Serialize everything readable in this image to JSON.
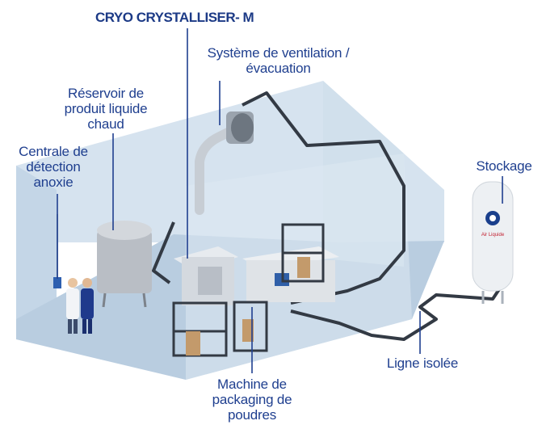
{
  "title": "CRYO CRYSTALLISER- M",
  "labels": {
    "ventilation": [
      "Système de ventilation /",
      "évacuation"
    ],
    "reservoir": [
      "Réservoir de",
      "produit liquide",
      "chaud"
    ],
    "detection": [
      "Centrale de",
      "détection",
      "anoxie"
    ],
    "stockage": "Stockage",
    "ligne": "Ligne isolée",
    "machine": [
      "Machine de",
      "packaging de",
      "poudres"
    ]
  },
  "tank_brand": "Air Liquide",
  "colors": {
    "label_blue": "#1f3f8f",
    "wall": "#c5d7e8",
    "floor": "#b7cadf",
    "pipe": "#333a44",
    "brand": "#1a3f8c"
  }
}
